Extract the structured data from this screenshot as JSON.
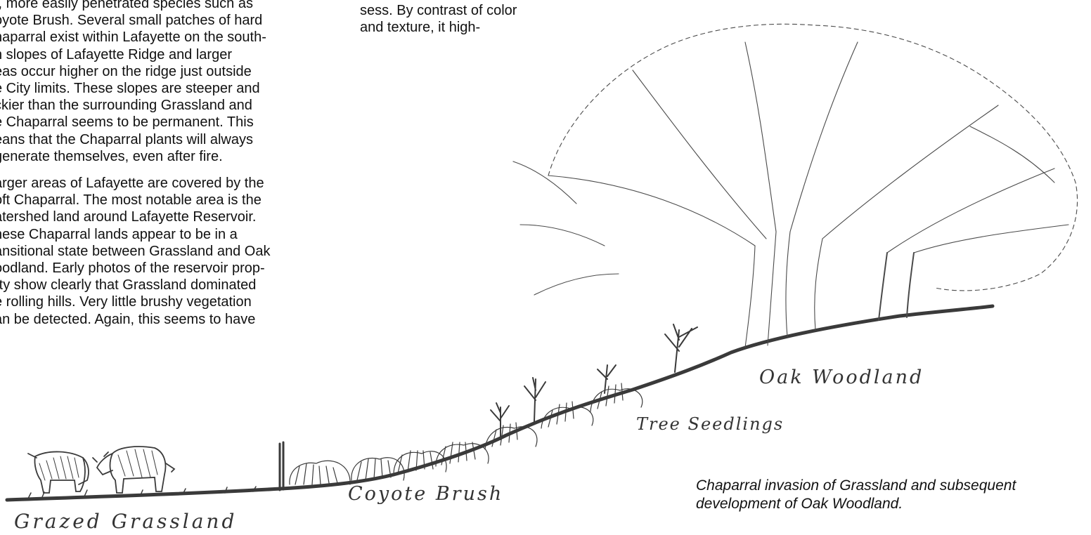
{
  "main_text": {
    "lines": [
      "r, more easily penetrated species such as",
      "oyote Brush. Several small patches of hard",
      "haparral exist within Lafayette on the south-",
      "n slopes of Lafayette Ridge and larger",
      "eas occur higher on the ridge just outside",
      "e City limits. These slopes are steeper and",
      "ckier than the surrounding Grassland and",
      "e Chaparral seems to be permanent. This",
      "eans that the Chaparral plants will always",
      "generate themselves, even after fire."
    ],
    "lines2": [
      "arger areas of Lafayette are covered by the",
      "oft Chaparral. The most notable area is the",
      "atershed land around Lafayette Reservoir.",
      "hese Chaparral lands appear to be in a",
      "ansitional state between Grassland and Oak",
      "oodland. Early photos of the reservoir prop-",
      "rty show clearly that Grassland dominated",
      "e rolling hills. Very little brushy vegetation",
      "an be detected. Again, this seems to have"
    ]
  },
  "second_column": {
    "lines": [
      "sess. By contrast of color",
      "and texture, it high-"
    ]
  },
  "illustration": {
    "labels": {
      "grassland": "Grazed Grassland",
      "coyote": "Coyote Brush",
      "seedlings": "Tree Seedlings",
      "oak": "Oak Woodland"
    }
  },
  "caption": {
    "line1": "Chaparral invasion of Grassland and subsequent",
    "line2": "development of Oak Woodland."
  },
  "colors": {
    "ink": "#111111",
    "pencil": "#3a3a3a"
  }
}
